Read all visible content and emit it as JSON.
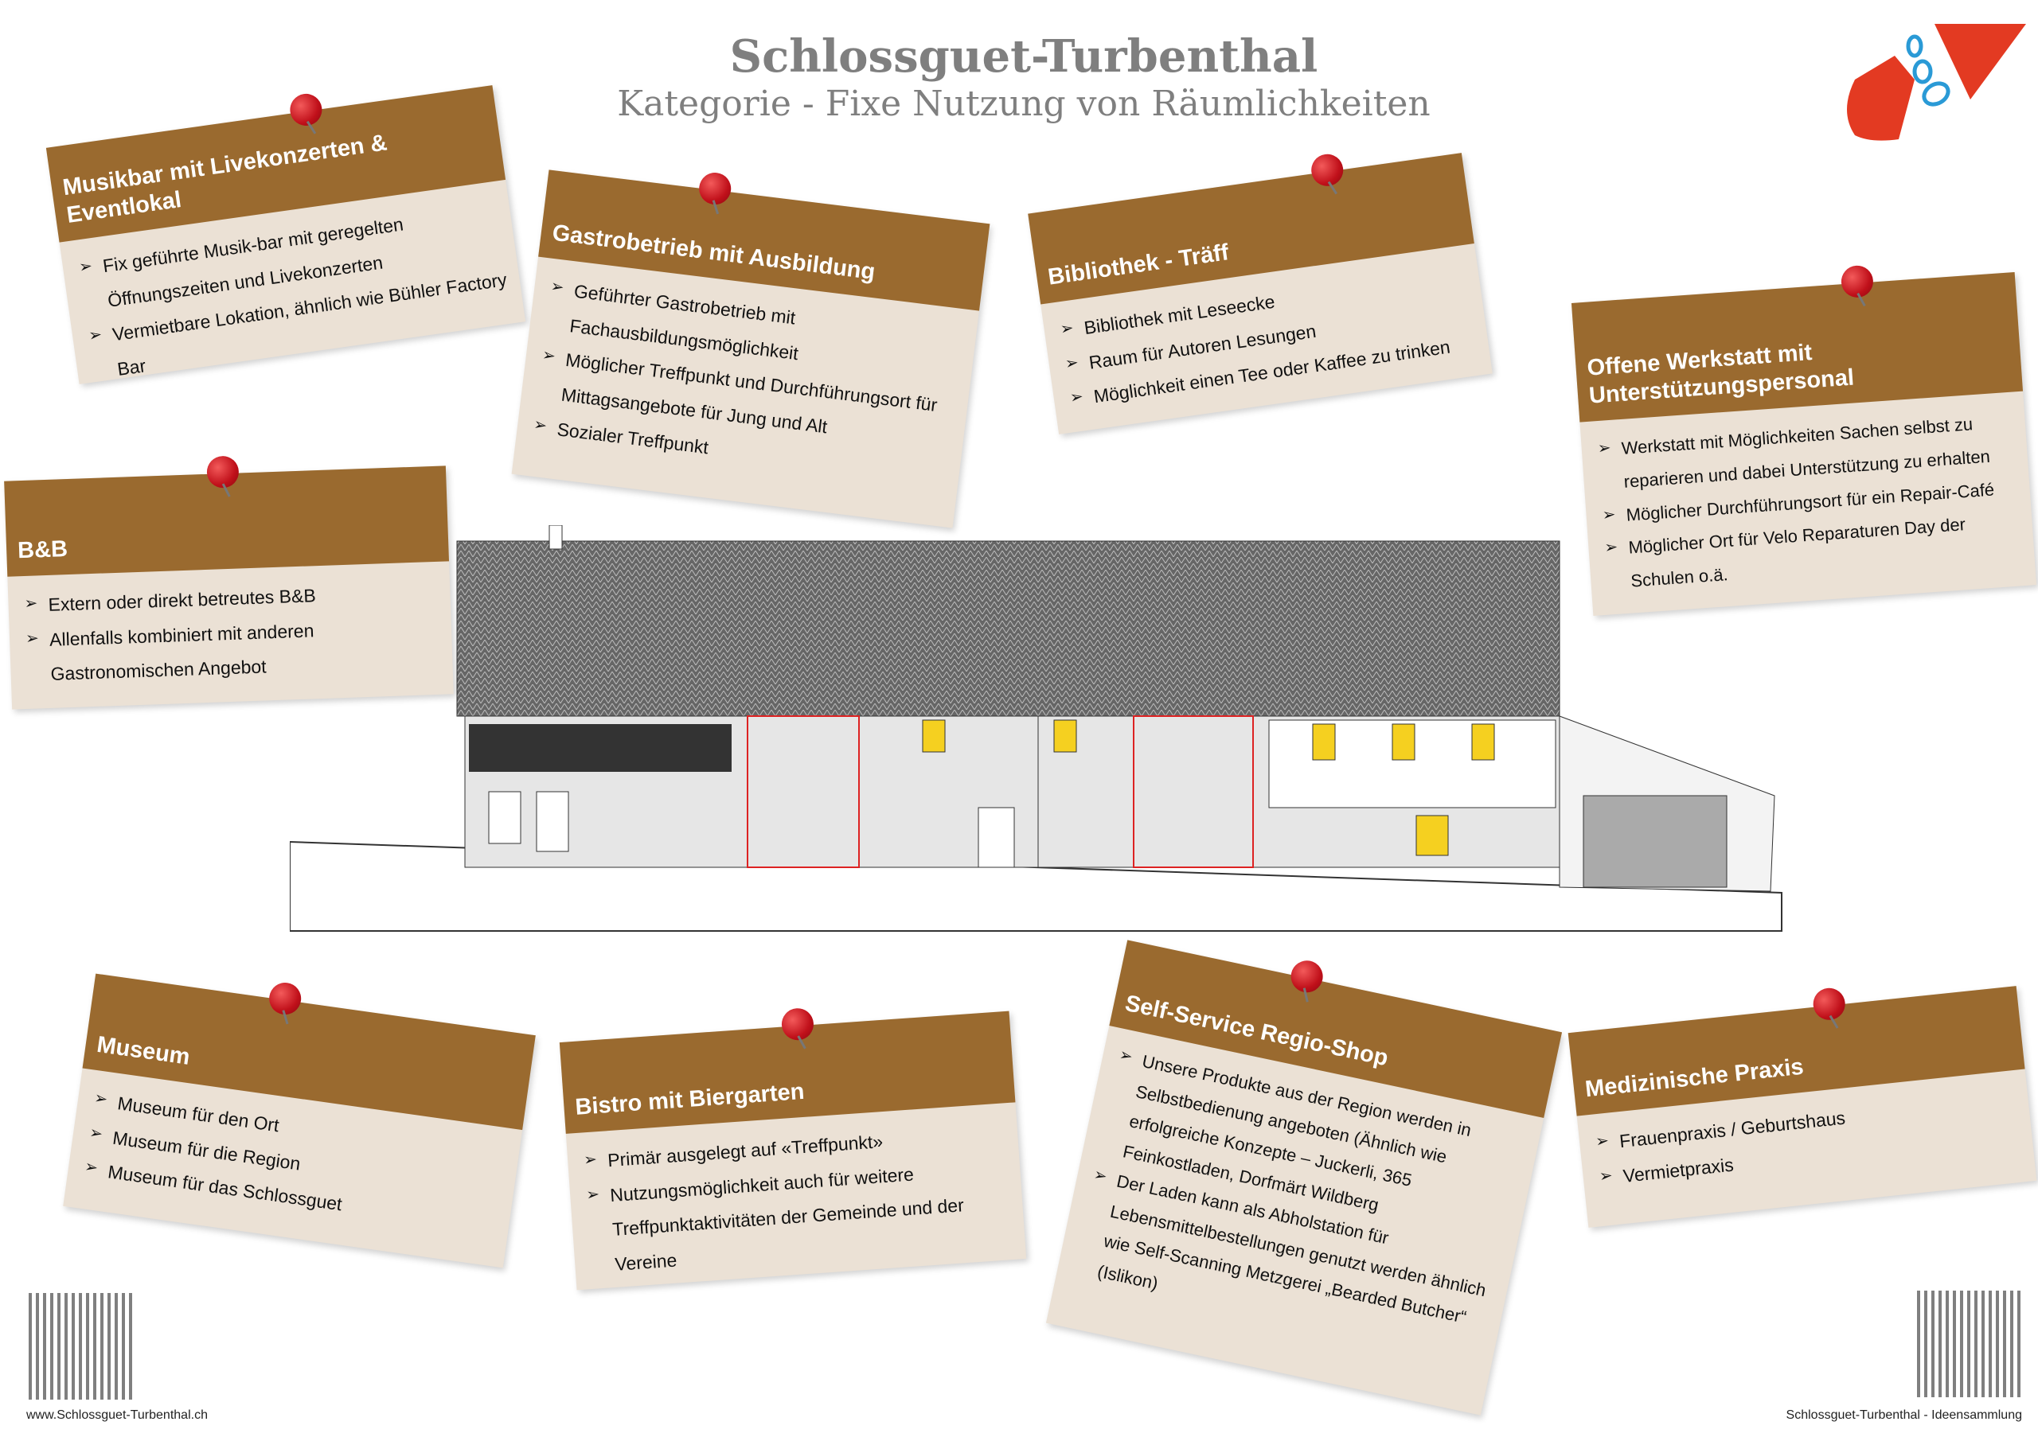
{
  "header": {
    "title": "Schlossguet-Turbenthal",
    "subtitle": "Kategorie - Fixe Nutzung von Räumlichkeiten"
  },
  "cards": [
    {
      "title": "Musikbar mit Livekonzerten & Eventlokal",
      "items": [
        "Fix geführte Musik-bar mit geregelten Öffnungszeiten und Livekonzerten",
        "Vermietbare Lokation, ähnlich wie Bühler Factory Bar"
      ]
    },
    {
      "title": "Gastrobetrieb mit Ausbildung",
      "items": [
        "Geführter Gastrobetrieb mit Fachausbildungsmöglichkeit",
        "Möglicher Treffpunkt und Durchführungsort für Mittagsangebote für Jung und Alt",
        "Sozialer Treffpunkt"
      ]
    },
    {
      "title": "Bibliothek - Träff",
      "items": [
        "Bibliothek mit Leseecke",
        "Raum für Autoren Lesungen",
        "Möglichkeit einen Tee oder Kaffee zu trinken"
      ]
    },
    {
      "title": "Offene Werkstatt mit Unterstützungspersonal",
      "items": [
        "Werkstatt mit Möglichkeiten Sachen selbst zu reparieren und dabei Unterstützung zu erhalten",
        "Möglicher Durchführungsort für ein Repair-Café",
        "Möglicher Ort für Velo Reparaturen Day der Schulen o.ä."
      ]
    },
    {
      "title": "B&B",
      "items": [
        "Extern oder direkt betreutes B&B",
        "Allenfalls kombiniert mit anderen Gastronomischen Angebot"
      ]
    },
    {
      "title": "Museum",
      "items": [
        "Museum für den Ort",
        "Museum für die Region",
        "Museum für das Schlossguet"
      ]
    },
    {
      "title": "Bistro mit Biergarten",
      "items": [
        "Primär ausgelegt auf «Treffpunkt»",
        "Nutzungsmöglichkeit auch für weitere Treffpunktaktivitäten der Gemeinde und der Vereine"
      ]
    },
    {
      "title": "Self-Service Regio-Shop",
      "items": [
        "Unsere Produkte aus der Region werden in Selbstbedienung angeboten (Ähnlich wie erfolgreiche Konzepte – Juckerli, 365 Feinkostladen, Dorfmärt Wildberg",
        "Der Laden kann als Abholstation für Lebensmittelbestellungen genutzt werden ähnlich wie Self-Scanning Metzgerei „Bearded Butcher“ (Islikon)"
      ]
    },
    {
      "title": "Medizinische Praxis",
      "items": [
        "Frauenpraxis / Geburtshaus",
        "Vermietpraxis"
      ]
    }
  ],
  "footer": {
    "left": "www.Schlossguet-Turbenthal.ch",
    "right": "Schlossguet-Turbenthal - Ideensammlung"
  },
  "colors": {
    "header": "#9a6a2f",
    "card": "#ebe1d5",
    "logo_red": "#e33a22",
    "logo_blue": "#2a9ad6"
  }
}
